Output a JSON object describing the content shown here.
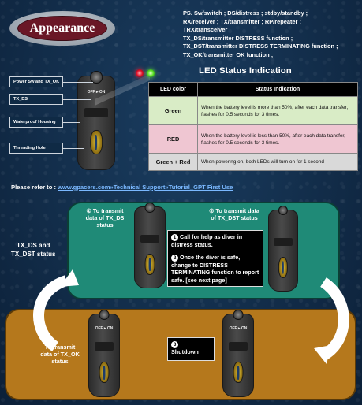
{
  "header": {
    "title": "Appearance",
    "glossary": [
      "PS. Sw/switch ; DS/distress ; stdby/standby ;",
      "RX/receiver ; TX/transmitter ; RP/repeater ;",
      "TRX/transceiver",
      "TX_DS/transmitter DISTRESS function ;",
      "TX_DST/transmitter DISTRESS TERMINATING function ;",
      "TX_OK/transmitter OK function ;"
    ]
  },
  "callouts": [
    "Power Sw and TX_OK",
    "TX_DS",
    "Waterproof Housing",
    "Threading Hole"
  ],
  "device": {
    "ring_text": "OFF ▸ ON"
  },
  "led_section": {
    "title": "LED Status Indication",
    "headers": [
      "LED color",
      "Status Indication"
    ],
    "rows": [
      {
        "color": "Green",
        "text": "When the battery level is more than 50%, after each data transfer, flashes for 0.5 seconds for 3 times."
      },
      {
        "color": "RED",
        "text": "When the battery level is less than 50%, after each data transfer, flashes for 0.5 seconds for 3 times."
      },
      {
        "color": "Green + Red",
        "text": "When powering on, both LEDs will turn on for 1 second"
      }
    ],
    "colors": {
      "green": "#d9ecc6",
      "red": "#efc6d2",
      "both": "#d9d9d9"
    }
  },
  "refer": {
    "prefix": "Please refer to :",
    "link": "www.gpacers.com»Technical Support»Tutorial_GPT First Use"
  },
  "flow": {
    "side_label": [
      "TX_DS and",
      "TX_DST status"
    ],
    "step1": {
      "num": "①",
      "lines": [
        "To transmit",
        "data of  TX_DS",
        "status"
      ]
    },
    "step2": {
      "num": "②",
      "lines": [
        "To transmit data",
        "of  TX_DST status"
      ]
    },
    "msg1": {
      "num": "1",
      "text": "Call for help as diver in distress status."
    },
    "msg2": {
      "num": "2",
      "text": "Once the diver is safe, change to DISTRESS TERMINATING function to report safe. [see next page]"
    },
    "ok_label": [
      "To transmit",
      "data of TX_OK",
      "status"
    ],
    "msg3": {
      "num": "3",
      "text": "Shutdown"
    },
    "colors": {
      "teal": "#1f8a77",
      "brown": "#b5781c"
    }
  }
}
